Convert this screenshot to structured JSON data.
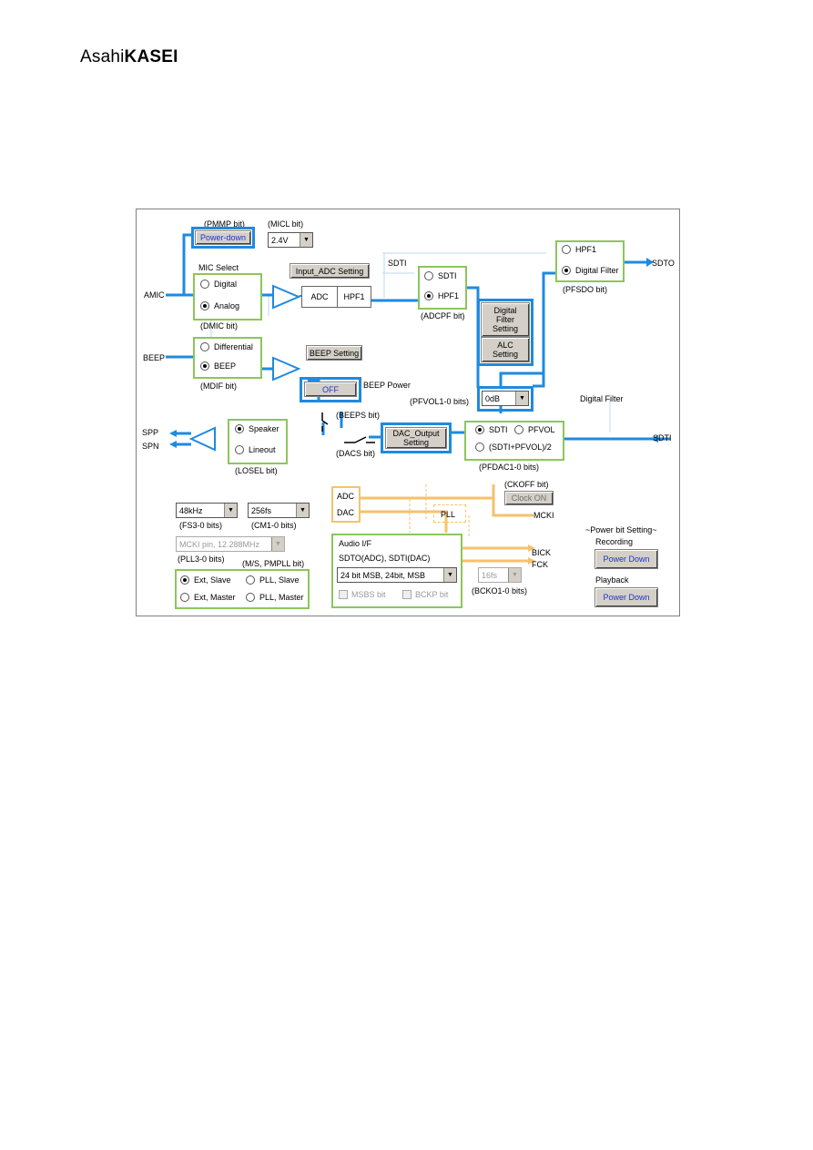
{
  "logo": {
    "part1": "Asahi",
    "part2": "KASEI"
  },
  "labels": {
    "pmmp_bit": "(PMMP bit)",
    "micl_bit": "(MICL bit)",
    "mic_select": "MIC Select",
    "amic": "AMIC",
    "dmic_bit": "(DMIC bit)",
    "beep_in": "BEEP",
    "mdif_bit": "(MDIF bit)",
    "sdti_top": "SDTI",
    "adcpf_bit": "(ADCPF bit)",
    "sdto": "SDTO",
    "pfsdo_bit": "(PFSDO bit)",
    "beep_power": "BEEP Power",
    "pfvol_bits": "(PFVOL1-0 bits)",
    "digital_filter": "Digital Filter",
    "beeps_bit": "(BEEPS bit)",
    "dacs_bit": "(DACS bit)",
    "spp": "SPP",
    "spn": "SPN",
    "losel_bit": "(LOSEL bit)",
    "sdti_right": "SDTI",
    "pfdac_bits": "(PFDAC1-0 bits)",
    "ckoff_bit": "(CKOFF bit)",
    "adc_small": "ADC",
    "dac_small": "DAC",
    "pll_small": "PLL",
    "mcki": "MCKI",
    "audio_if": "Audio I/F",
    "sdto_sdti": "SDTO(ADC),  SDTI(DAC)",
    "bick": "BICK",
    "fck": "FCK",
    "bcko_bits": "(BCKO1-0 bits)",
    "fs_bits": "(FS3-0 bits)",
    "cm_bits": "(CM1-0 bits)",
    "pll_bits": "(PLL3-0 bits)",
    "ms_bits": "(M/S, PMPLL bit)",
    "power_setting": "~Power bit Setting~",
    "recording": "Recording",
    "playback": "Playback"
  },
  "blocks": {
    "adc": "ADC",
    "hpf1": "HPF1"
  },
  "buttons": {
    "power_down_top": "Power-down",
    "input_adc_setting": "Input_ADC Setting",
    "beep_setting": "BEEP Setting",
    "beep_off": "OFF",
    "digital_filter_setting": "Digital\nFilter\nSetting",
    "alc_setting": "ALC\nSetting",
    "dac_output_setting": "DAC_Output\nSetting",
    "clock_on": "Clock ON",
    "power_down_recording": "Power Down",
    "power_down_playback": "Power Down"
  },
  "selects": {
    "micl": "2.4V",
    "pfvol": "0dB",
    "fs": "48kHz",
    "cm": "256fs",
    "pll": "MCKI pin, 12.288MHz",
    "format": "24 bit MSB, 24bit, MSB",
    "bcko": "16fs"
  },
  "radios": {
    "mic_digital": "Digital",
    "mic_analog": "Analog",
    "differential": "Differential",
    "beep": "BEEP",
    "adcpf_sdti": "SDTI",
    "adcpf_hpf1": "HPF1",
    "pfsdo_hpf1": "HPF1",
    "pfsdo_digital_filter": "Digital Filter",
    "speaker": "Speaker",
    "lineout": "Lineout",
    "pfdac_sdti": "SDTI",
    "pfdac_pfvol": "PFVOL",
    "pfdac_sum": "(SDTI+PFVOL)/2",
    "ext_slave": "Ext, Slave",
    "pll_slave": "PLL, Slave",
    "ext_master": "Ext, Master",
    "pll_master": "PLL, Master"
  },
  "checks": {
    "msbs": "MSBS bit",
    "bckp": "BCKP bit"
  },
  "colors": {
    "wire": "#1f8ae0",
    "green_box": "#8cc65a",
    "clock": "#f6c26b"
  }
}
